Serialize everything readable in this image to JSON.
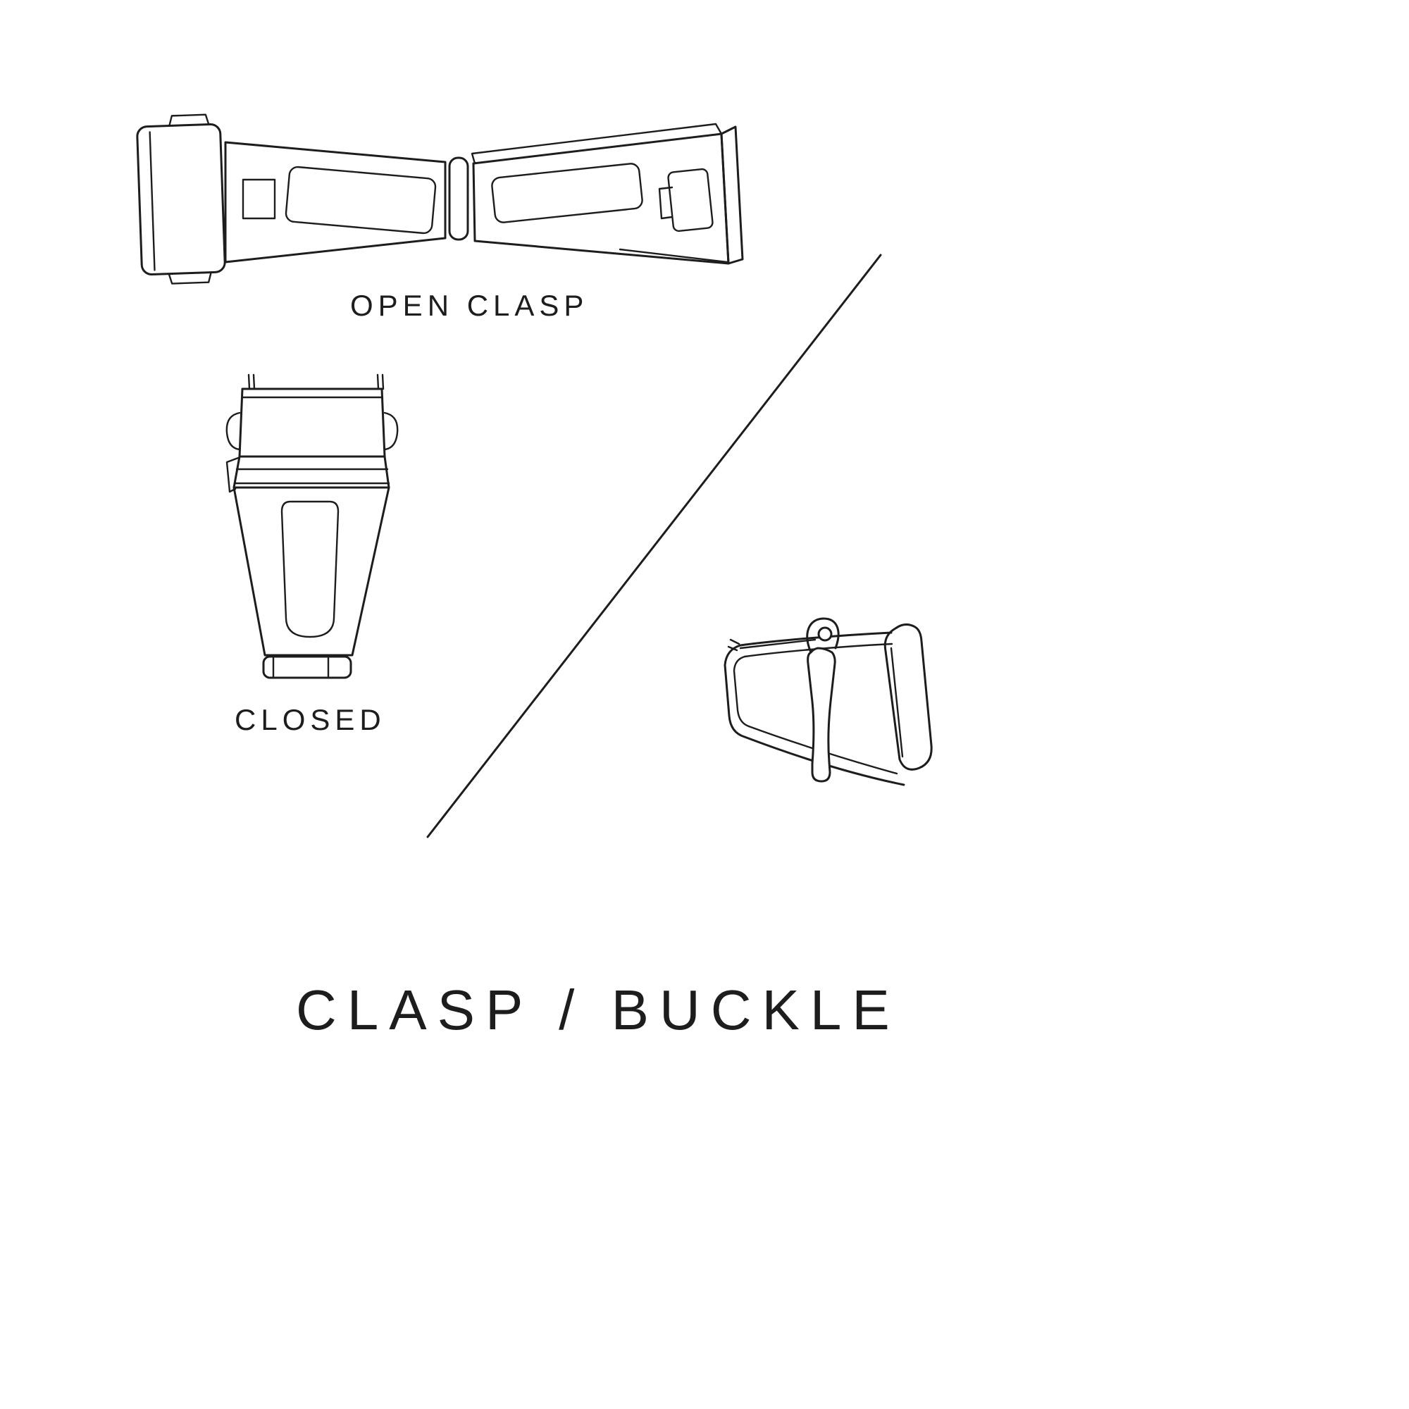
{
  "page": {
    "background": "#ffffff",
    "line_color": "#1d1d1d"
  },
  "diagram": {
    "title": "CLASP / BUCKLE",
    "items": [
      {
        "name": "open-clasp-illustration",
        "label": "OPEN CLASP"
      },
      {
        "name": "closed-clasp-illustration",
        "label": "CLOSED"
      },
      {
        "name": "pin-buckle-illustration",
        "label": ""
      }
    ],
    "divider": "diagonal-line"
  }
}
